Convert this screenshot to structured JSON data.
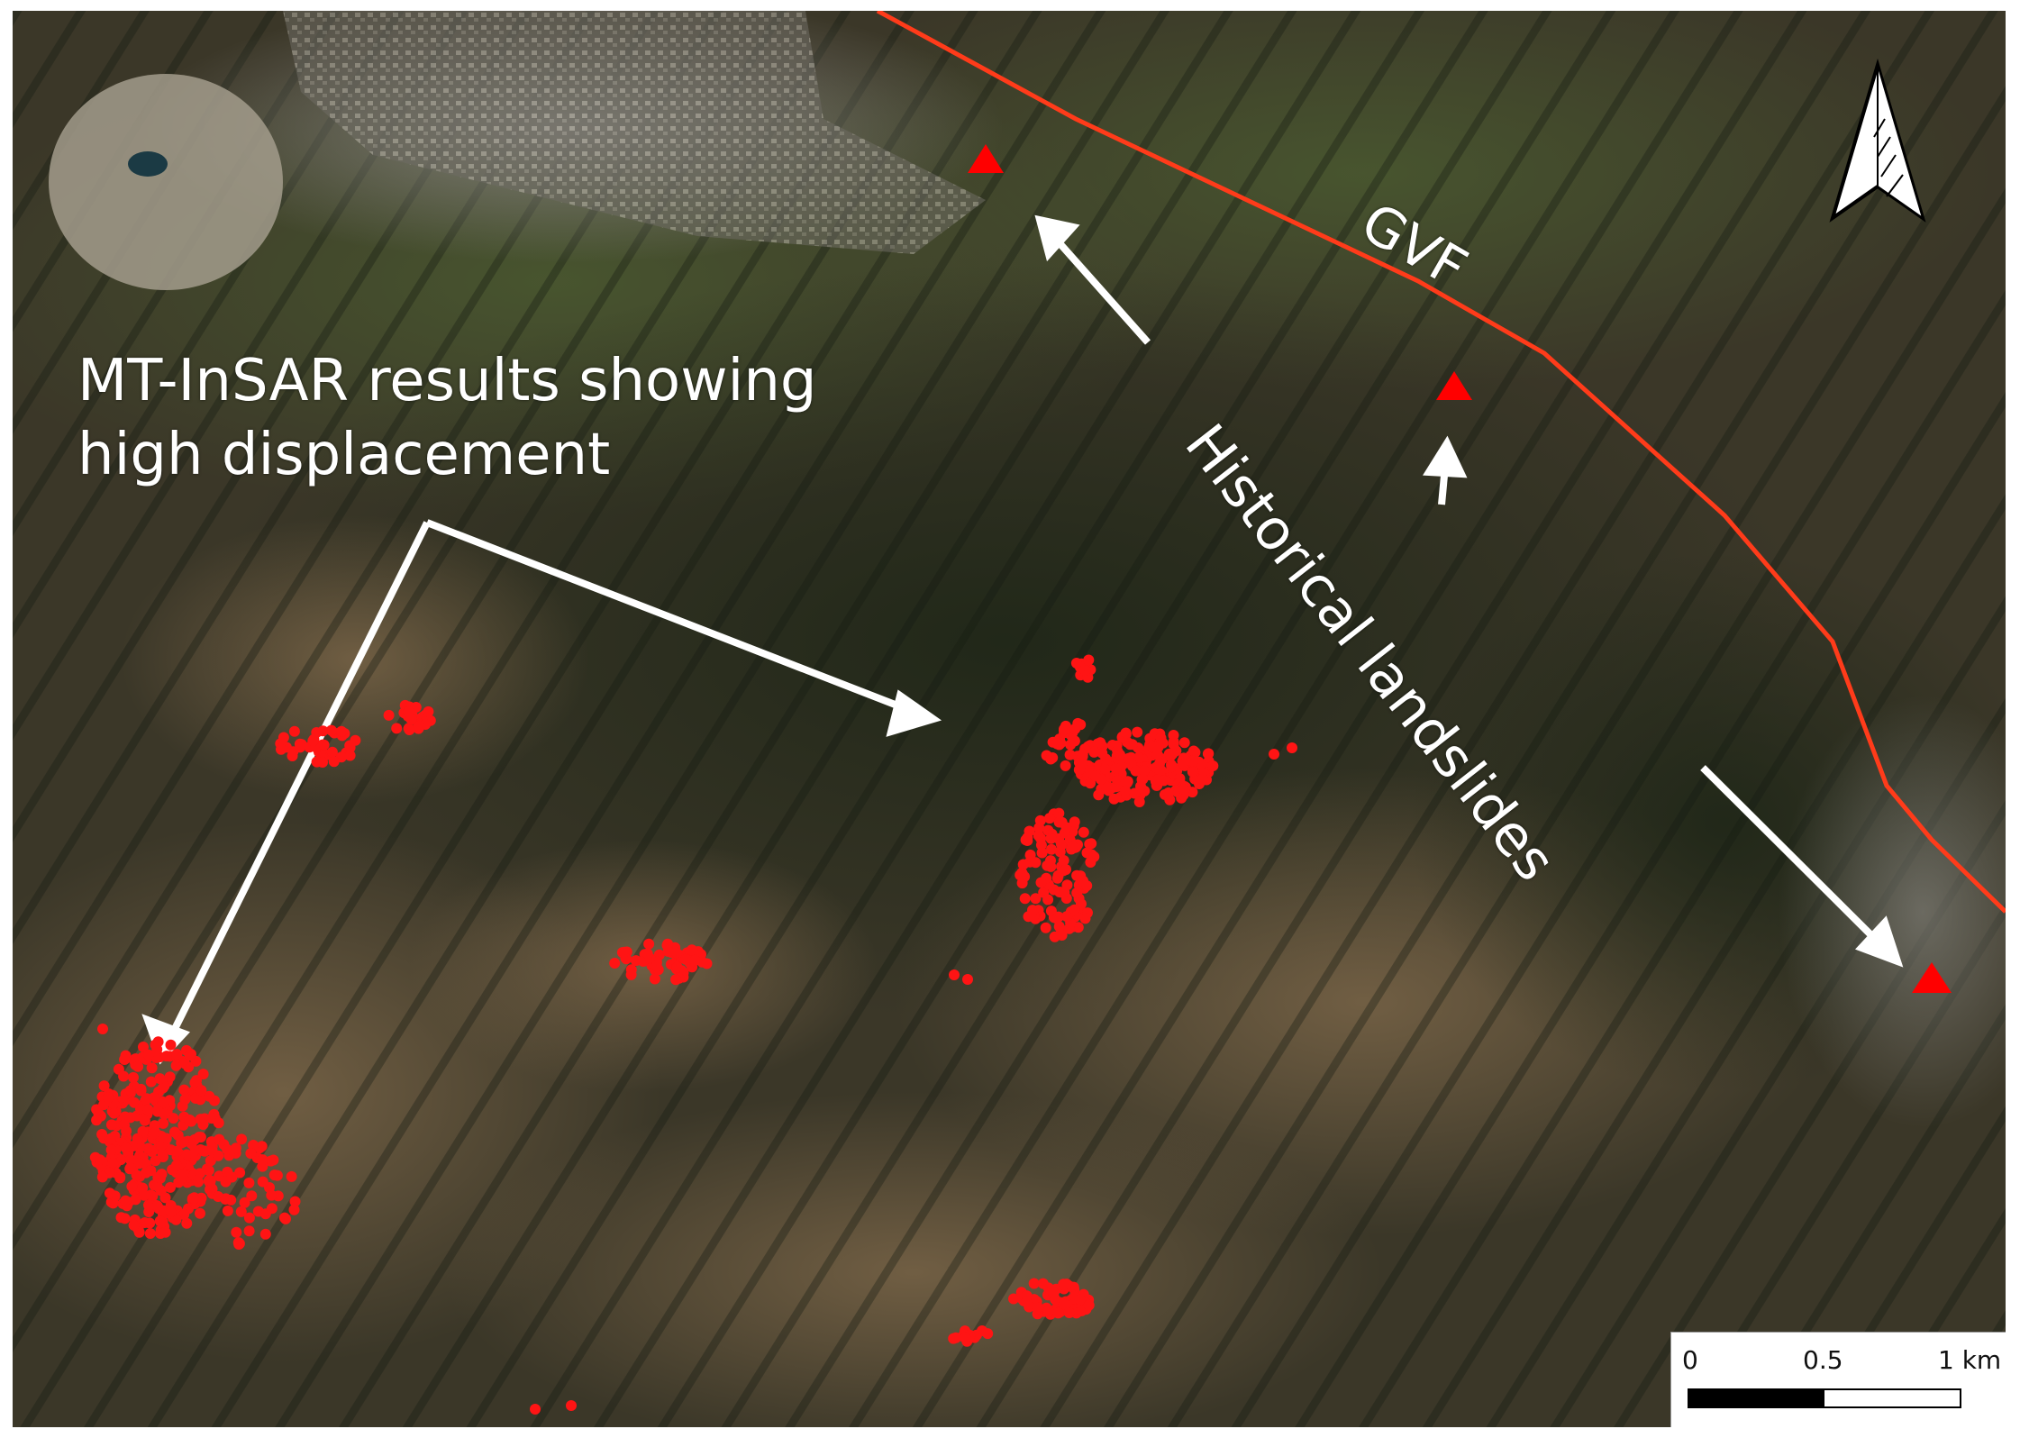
{
  "labels": {
    "insar_line1": "MT-InSAR results showing",
    "insar_line2": "high displacement",
    "fault": "GVF",
    "historical": "Historical landslides"
  },
  "scalebar": {
    "tick_0": "0",
    "tick_mid": "0.5",
    "tick_end": "1 km"
  },
  "icons": {
    "north_arrow": "north-arrow-icon",
    "landslide_marker": "red-triangle-icon"
  },
  "colors": {
    "fault_line": "#ff3b1a",
    "insar_points": "#ff1414",
    "landslide_triangle": "#ff0000",
    "annotation_arrows": "#ffffff"
  }
}
